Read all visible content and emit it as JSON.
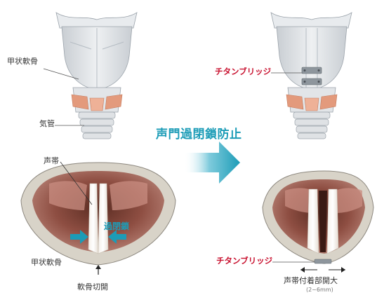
{
  "labels": {
    "thyroid_cartilage_top": "甲状軟骨",
    "trachea": "気管",
    "vocal_cords": "声帯",
    "glottis_closure": "過閉鎖",
    "thyroid_cartilage_bottom": "甲状軟骨",
    "cartilage_incision": "軟骨切開",
    "titanium_bridge_top": "チタンブリッジ",
    "titanium_bridge_bottom": "チタンブリッジ",
    "headline": "声門過閉鎖防止",
    "cord_widening": "声帯付着部開大",
    "widening_range": "(2~6mm)"
  },
  "colors": {
    "accent": "#1c9cb7",
    "highlight_red": "#c8102e",
    "cartilage": "#dfe3e6",
    "muscle": "#e39a7c",
    "tissue": "#a86a60"
  }
}
